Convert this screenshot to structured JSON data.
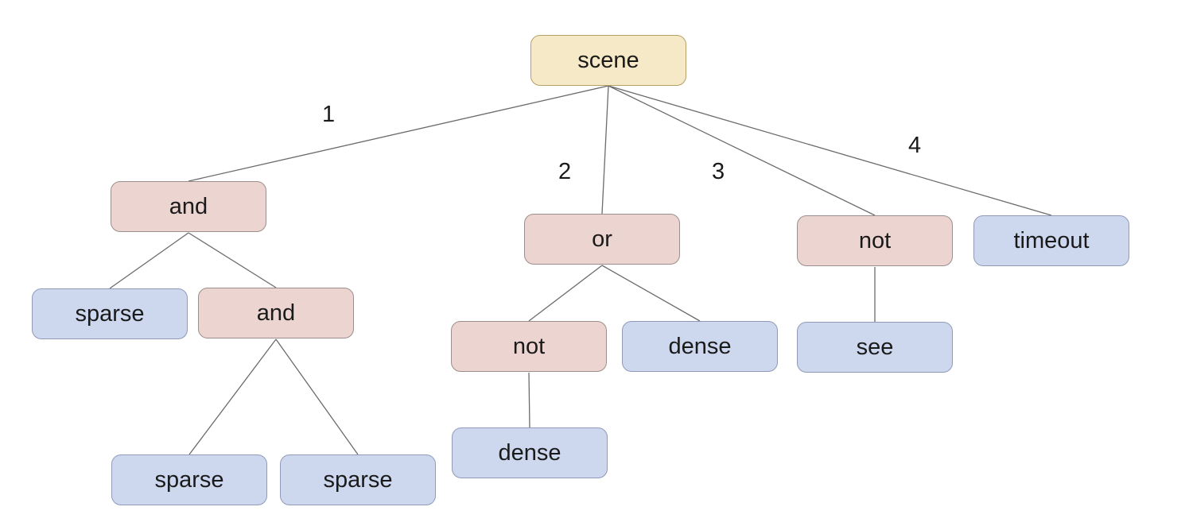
{
  "diagram": {
    "background": "#ffffff",
    "edge_color": "#6b6b6b",
    "node_styles": {
      "root": {
        "fill": "#f6e9c7",
        "border": "#b2a065"
      },
      "operator": {
        "fill": "#ecd4d0",
        "border": "#9b8e8c"
      },
      "leaf": {
        "fill": "#cdd8ef",
        "border": "#8f9ab8"
      }
    },
    "tree": {
      "label": "scene",
      "type": "root",
      "children": [
        {
          "edge_label": "1",
          "label": "and",
          "type": "operator",
          "children": [
            {
              "label": "sparse",
              "type": "leaf"
            },
            {
              "label": "and",
              "type": "operator",
              "children": [
                {
                  "label": "sparse",
                  "type": "leaf"
                },
                {
                  "label": "sparse",
                  "type": "leaf"
                }
              ]
            }
          ]
        },
        {
          "edge_label": "2",
          "label": "or",
          "type": "operator",
          "children": [
            {
              "label": "not",
              "type": "operator",
              "children": [
                {
                  "label": "dense",
                  "type": "leaf"
                }
              ]
            },
            {
              "label": "dense",
              "type": "leaf"
            }
          ]
        },
        {
          "edge_label": "3",
          "label": "not",
          "type": "operator",
          "children": [
            {
              "label": "see",
              "type": "leaf"
            }
          ]
        },
        {
          "edge_label": "4",
          "label": "timeout",
          "type": "leaf"
        }
      ]
    }
  }
}
